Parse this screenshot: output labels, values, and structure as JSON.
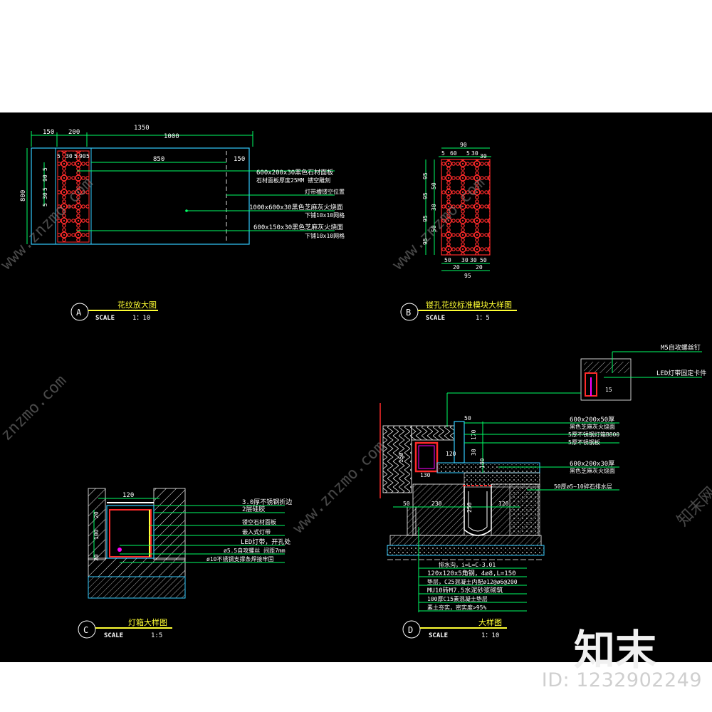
{
  "colors": {
    "background": "#000000",
    "dimension": "#00ff66",
    "outline": "#33ccff",
    "pattern": "#ff2a2a",
    "title": "#ffff33",
    "annotation": "#ffffff",
    "hatch": "#ffffff",
    "led": "#ff00ff",
    "watermark": "#888888"
  },
  "panel_a": {
    "dims_top": [
      "150",
      "200",
      "1000"
    ],
    "dim_total": "1350",
    "dim_left": "800",
    "dims_inner_top": [
      "5",
      "30",
      "5",
      "90",
      "5"
    ],
    "dim_850": "850",
    "dim_150": "150",
    "dims_left_inner": [
      "5",
      "90",
      "5",
      "30",
      "5"
    ],
    "notes": [
      "600x200x30黑色石材面板",
      "石材面板厚度25MM 镂空雕刻",
      "灯带槽镂空位置",
      "1000x600x30黑色芝麻灰火烧面",
      "下铺10x10网格",
      "600x150x30黑色芝麻灰火烧面",
      "下铺10x10网格"
    ],
    "label": "A",
    "title": "花纹放大图",
    "scale_word": "SCALE",
    "scale": "1：10"
  },
  "panel_b": {
    "dim_top": "90",
    "dims_top_row": [
      "5",
      "60",
      "5",
      "30"
    ],
    "dims_top_extra": "30",
    "dims_left": [
      "95",
      "50",
      "95",
      "30",
      "95",
      "50",
      "95"
    ],
    "dims_bottom": [
      "50",
      "30",
      "30",
      "50"
    ],
    "dims_bottom2": [
      "20",
      "20"
    ],
    "dim_bottom3": "95",
    "label": "B",
    "title": "镂孔花纹标准模块大样图",
    "scale_word": "SCALE",
    "scale": "1：5"
  },
  "panel_c": {
    "dim_top": "120",
    "dims_left": [
      "20",
      "100",
      "20"
    ],
    "notes": [
      "3.0厚不锈钢折边",
      "2层硅胶",
      "镂空石材面板",
      "嵌入式灯带",
      "LED灯带，开孔处",
      "ø5.5自攻螺丝 间距7mm",
      "ø10不锈钢支撑条焊接牢固"
    ],
    "label": "C",
    "title": "灯箱大样图",
    "scale_word": "SCALE",
    "scale": "1:5"
  },
  "panel_d": {
    "notes_top": [
      "M5自攻螺丝钉",
      "LED灯带固定卡件"
    ],
    "dim_detail": "15",
    "dims_right": [
      "50",
      "170",
      "30",
      "130"
    ],
    "notes_right": [
      "600x200x50厚",
      "黑色芝麻灰火烧面",
      "5厚不锈钢灯箱B800",
      "5厚不锈钢板",
      "600x200x30厚",
      "黑色芝麻灰火烧面",
      "50厚ø5~10碎石排水层"
    ],
    "dims_mid": [
      "150",
      "120",
      "130"
    ],
    "dims_bottom_row": [
      "50",
      "230",
      "250",
      "120"
    ],
    "notes_bottom": [
      "排水沟，i=L=C-3.01",
      "120x120x5角钢，4ø8,L=150",
      "垫层，C25混凝土内配ø12@ø6@200",
      "MU10砖M7.5水泥砂浆砌筑",
      "100厚C15素混凝土垫层",
      "素土夯实，密实度>95%"
    ],
    "label": "D",
    "title": "大样图",
    "scale_word": "SCALE",
    "scale": "1：10"
  },
  "watermarks": [
    "www.znzmo.com",
    "知末网",
    "znzmo.com"
  ],
  "brand": "知末",
  "footer_id": "ID: 1232902249"
}
